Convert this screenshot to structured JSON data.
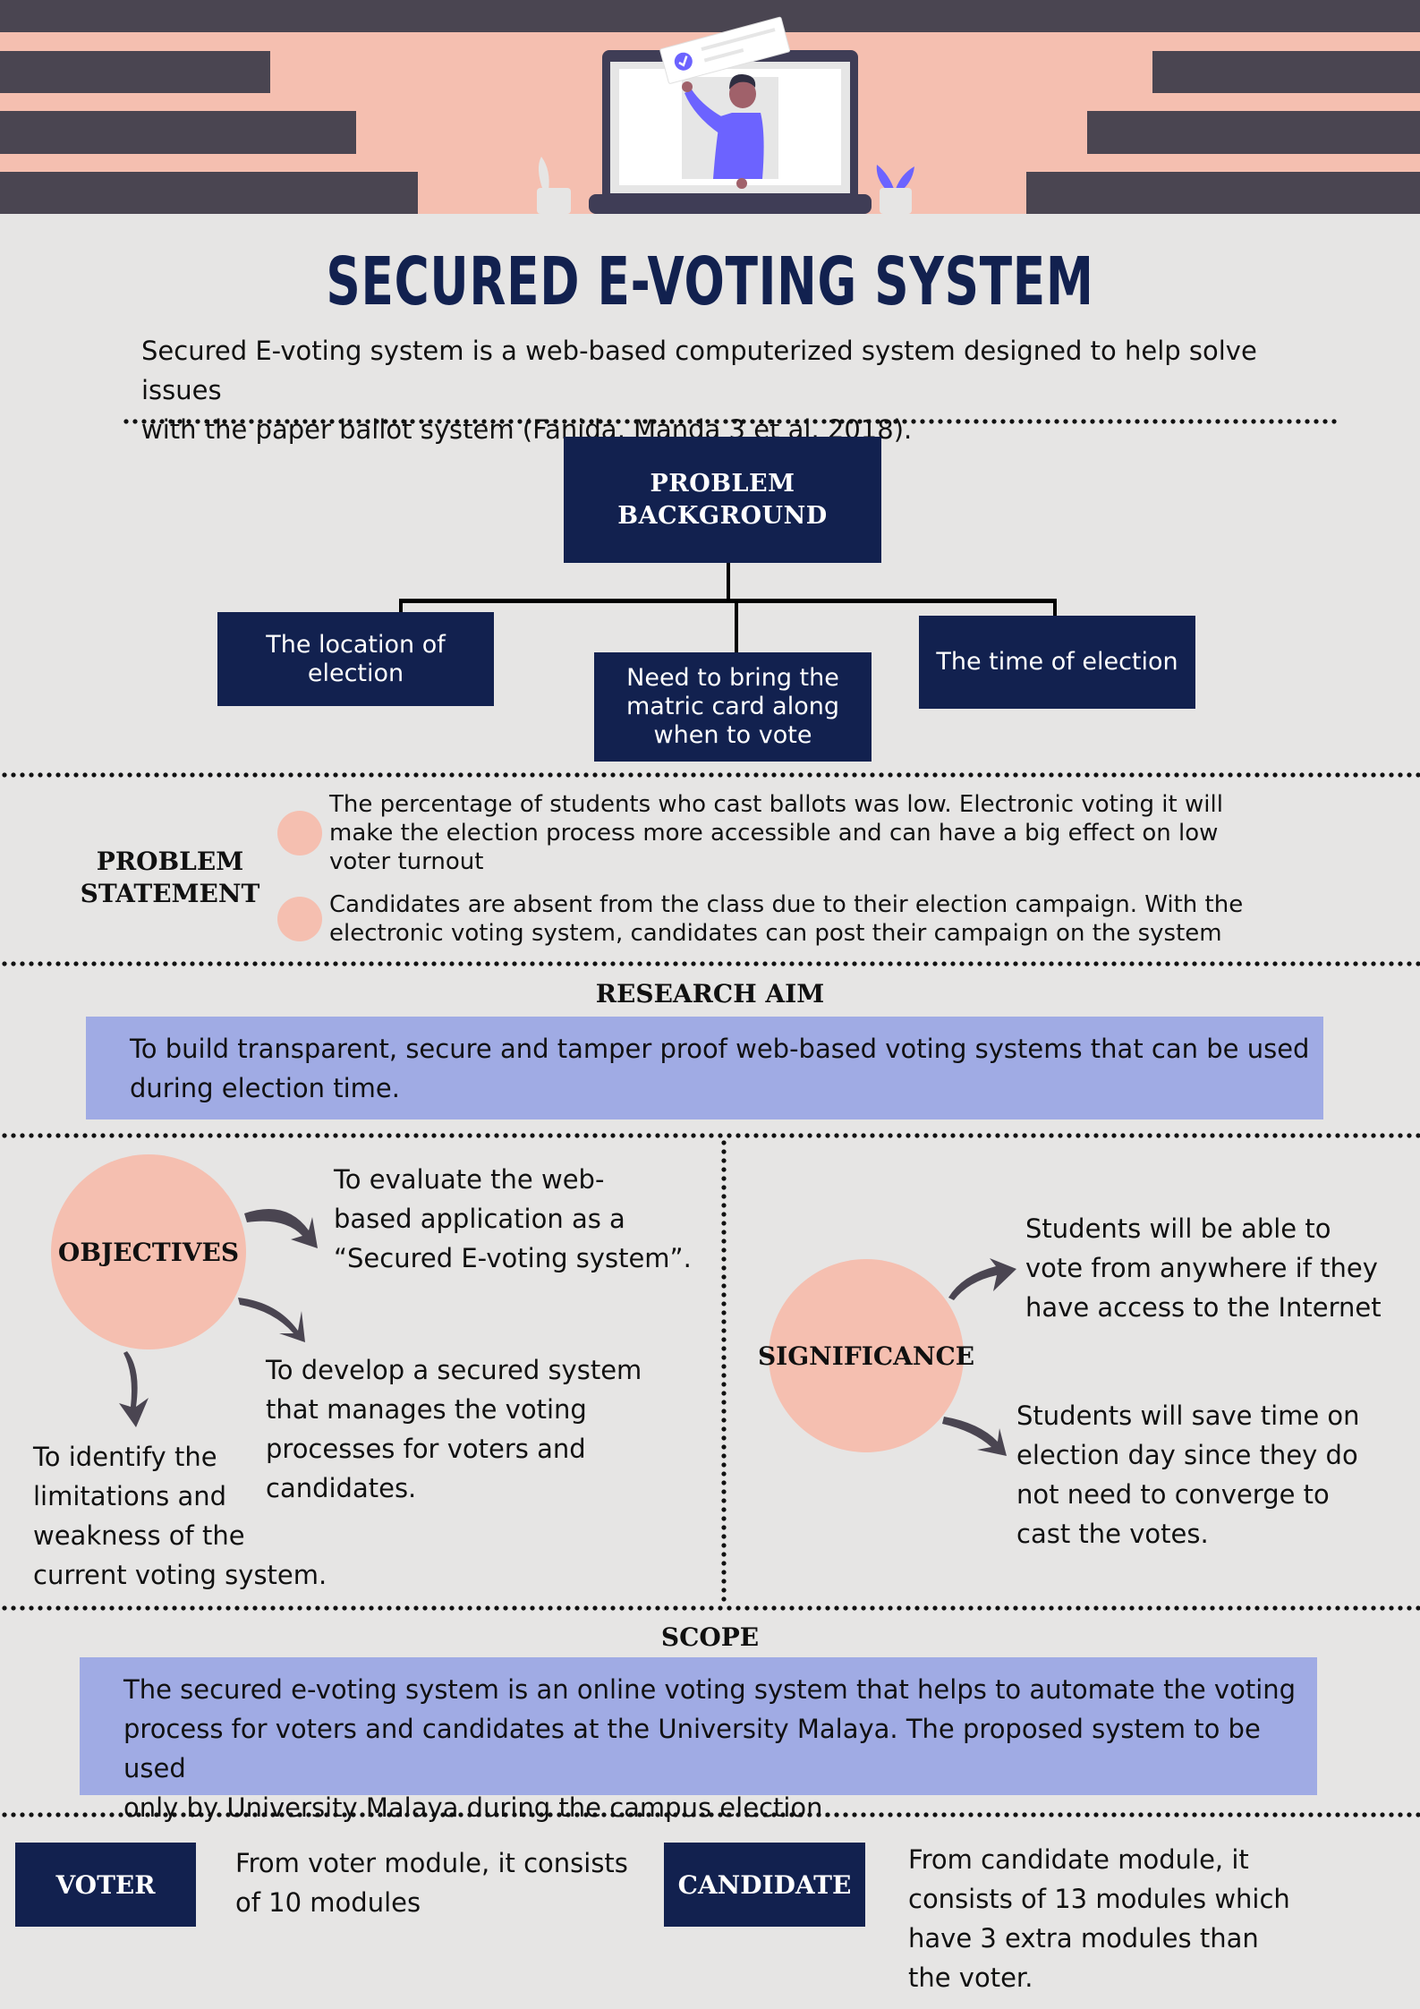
{
  "header": {
    "illustration": "person-holding-ballot-in-laptop",
    "colors": {
      "bar": "#4A4551",
      "band": "#F5BFB0",
      "accent": "#6C63FF"
    }
  },
  "title": "SECURED E-VOTING SYSTEM",
  "intro": {
    "line1": "Secured E-voting system is a web-based computerized system designed to help solve issues",
    "line2": "with the paper ballot system (Fanida, Manda 3 et al. 2018)."
  },
  "problem_background": {
    "title_line1": "PROBLEM",
    "title_line2": "BACKGROUND",
    "children": [
      {
        "line1": "The location of",
        "line2": "election"
      },
      {
        "line1": "Need to bring the",
        "line2": "matric card along",
        "line3": "when to vote"
      },
      {
        "line1": "The time of election"
      }
    ]
  },
  "problem_statement": {
    "label_line1": "PROBLEM",
    "label_line2": "STATEMENT",
    "items": [
      {
        "line1": "The percentage of students who cast ballots was low. Electronic voting it will",
        "line2": "make the election process more accessible and can have a big effect on low",
        "line3": "voter turnout"
      },
      {
        "line1": "Candidates are absent from the class due to their election campaign. With the",
        "line2": "electronic voting system, candidates can post their campaign on the system"
      }
    ]
  },
  "research_aim": {
    "heading": "RESEARCH AIM",
    "line1": "To build transparent, secure and tamper proof web-based voting systems that can be used",
    "line2": "during election time."
  },
  "objectives": {
    "label": "OBJECTIVES",
    "items": [
      {
        "line1": "To evaluate the web-",
        "line2": "based application as a",
        "line3": "“Secured E-voting system”."
      },
      {
        "line1": "To develop a secured system",
        "line2": "that manages the voting",
        "line3": "processes for voters and",
        "line4": "candidates."
      },
      {
        "line1": "To identify the",
        "line2": "limitations and",
        "line3": "weakness of the",
        "line4": "current voting system."
      }
    ]
  },
  "significance": {
    "label": "SIGNIFICANCE",
    "items": [
      {
        "line1": "Students will be able to",
        "line2": "vote from anywhere if they",
        "line3": "have access to the Internet"
      },
      {
        "line1": "Students will save time on",
        "line2": "election day since they do",
        "line3": "not need to converge to",
        "line4": "cast the votes."
      }
    ]
  },
  "scope": {
    "heading": "SCOPE",
    "line1": "The secured e-voting system is an online voting system that helps to automate the voting",
    "line2": "process for voters and candidates at the University Malaya. The proposed system to be used",
    "line3": "only by University Malaya during the campus election."
  },
  "modules": {
    "voter": {
      "label": "VOTER",
      "line1": "From voter module, it consists",
      "line2": "of 10 modules"
    },
    "candidate": {
      "label": "CANDIDATE",
      "line1": "From candidate module, it",
      "line2": "consists of 13 modules which",
      "line3": "have 3 extra modules than",
      "line4": "the voter."
    }
  },
  "colors": {
    "background": "#E6E5E4",
    "navy": "#12214F",
    "peach": "#F5BFB0",
    "periwinkle": "#A0ABE4",
    "arrow": "#4A4551"
  }
}
